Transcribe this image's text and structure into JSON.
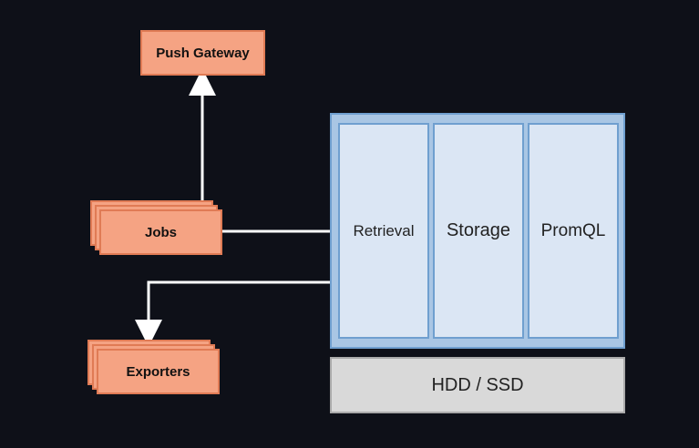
{
  "nodes": {
    "push_gateway": "Push Gateway",
    "jobs": "Jobs",
    "exporters": "Exporters",
    "retrieval": "Retrieval",
    "storage": "Storage",
    "promql": "PromQL",
    "disk": "HDD / SSD"
  },
  "colors": {
    "background": "#0e1018",
    "component_fill": "#f5a383",
    "component_border": "#e07b55",
    "server_fill": "#a9c6e4",
    "panel_fill": "#dbe6f4",
    "disk_fill": "#d9d9d9",
    "connector": "#ffffff"
  }
}
